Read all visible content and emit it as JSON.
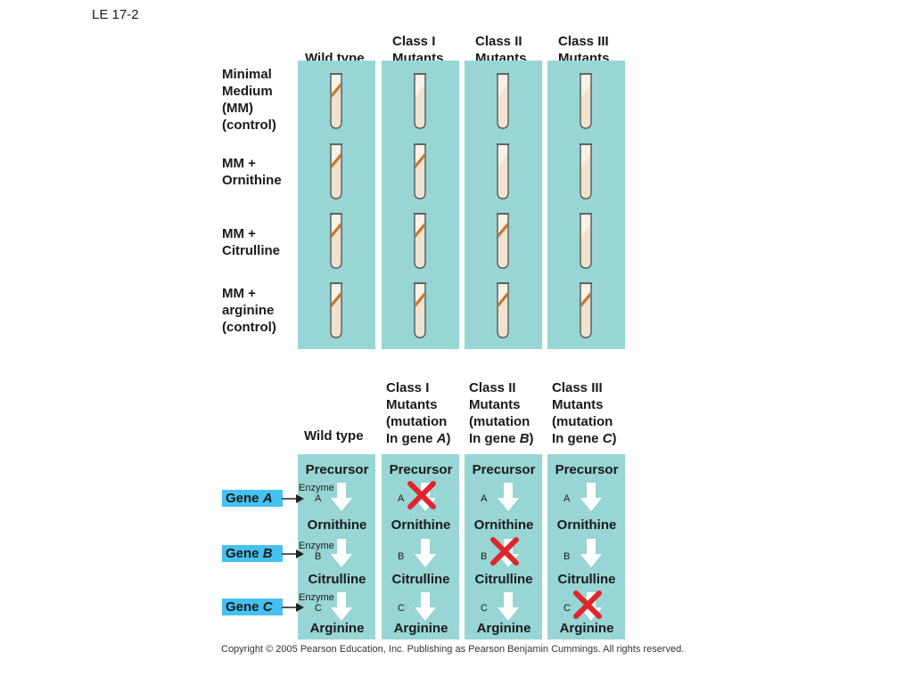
{
  "slide_label": "LE 17-2",
  "top": {
    "columns": [
      {
        "line1": "",
        "line2": "Wild type"
      },
      {
        "line1": "Class I",
        "line2": "Mutants"
      },
      {
        "line1": "Class II",
        "line2": "Mutants"
      },
      {
        "line1": "Class III",
        "line2": "Mutants"
      }
    ],
    "rows": [
      {
        "label": [
          "Minimal",
          "Medium",
          "(MM)",
          "(control)"
        ],
        "growth": [
          true,
          false,
          false,
          false
        ]
      },
      {
        "label": [
          "MM +",
          "Ornithine"
        ],
        "growth": [
          true,
          true,
          false,
          false
        ]
      },
      {
        "label": [
          "MM +",
          "Citrulline"
        ],
        "growth": [
          true,
          true,
          true,
          false
        ]
      },
      {
        "label": [
          "MM +",
          "arginine",
          "(control)"
        ],
        "growth": [
          true,
          true,
          true,
          true
        ]
      }
    ]
  },
  "bottom": {
    "columns": [
      {
        "lines": [
          "Wild type"
        ]
      },
      {
        "lines": [
          "Class I",
          "Mutants",
          "(mutation"
        ],
        "gene_prefix": "In gene ",
        "gene_letter": "A",
        "gene_suffix": ")"
      },
      {
        "lines": [
          "Class II",
          "Mutants",
          "(mutation"
        ],
        "gene_prefix": "In gene ",
        "gene_letter": "B",
        "gene_suffix": ")"
      },
      {
        "lines": [
          "Class III",
          "Mutants",
          "(mutation"
        ],
        "gene_prefix": "In gene ",
        "gene_letter": "C",
        "gene_suffix": ")"
      }
    ],
    "compounds": [
      "Precursor",
      "Ornithine",
      "Citrulline",
      "Arginine"
    ],
    "enzyme_word": "Enzyme",
    "enzyme_letters": [
      "A",
      "B",
      "C"
    ],
    "genes": [
      {
        "prefix": "Gene ",
        "letter": "A"
      },
      {
        "prefix": "Gene ",
        "letter": "B"
      },
      {
        "prefix": "Gene ",
        "letter": "C"
      }
    ],
    "blocked": [
      [
        false,
        false,
        false
      ],
      [
        true,
        false,
        false
      ],
      [
        false,
        true,
        false
      ],
      [
        false,
        false,
        true
      ]
    ]
  },
  "colors": {
    "panel": "#98d5d5",
    "gene_box": "#45c1ef",
    "growth": "#c8762e",
    "block_x": "#e0252b"
  },
  "copyright": "Copyright © 2005 Pearson Education, Inc. Publishing as Pearson Benjamin Cummings. All rights reserved."
}
